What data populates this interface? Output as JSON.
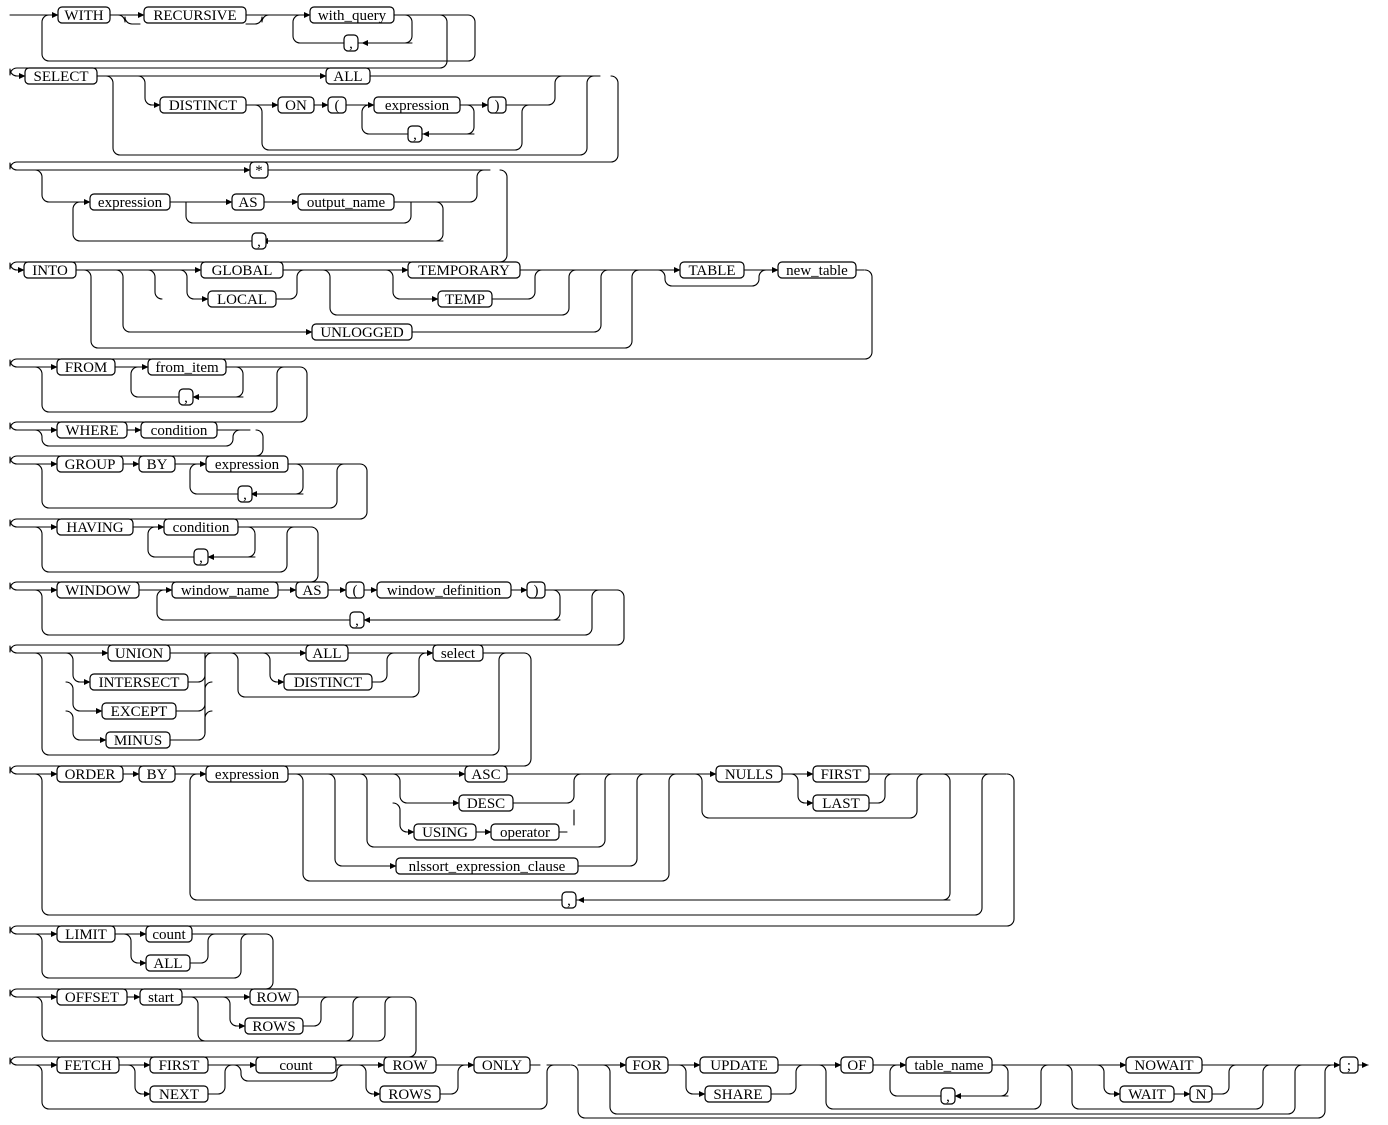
{
  "diagram": {
    "title": "SELECT statement syntax (railroad diagram)",
    "terminals": {
      "with": "WITH",
      "recursive": "RECURSIVE",
      "with_query": "with_query",
      "comma": ",",
      "select": "SELECT",
      "all": "ALL",
      "distinct": "DISTINCT",
      "on": "ON",
      "lparen": "(",
      "rparen": ")",
      "expression": "expression",
      "star": "*",
      "as": "AS",
      "output_name": "output_name",
      "into": "INTO",
      "global": "GLOBAL",
      "local": "LOCAL",
      "temporary": "TEMPORARY",
      "temp": "TEMP",
      "unlogged": "UNLOGGED",
      "table": "TABLE",
      "new_table": "new_table",
      "from": "FROM",
      "from_item": "from_item",
      "where": "WHERE",
      "condition": "condition",
      "group": "GROUP",
      "by": "BY",
      "having": "HAVING",
      "window": "WINDOW",
      "window_name": "window_name",
      "window_definition": "window_definition",
      "union": "UNION",
      "intersect": "INTERSECT",
      "except": "EXCEPT",
      "minus": "MINUS",
      "select_lc": "select",
      "order": "ORDER",
      "asc": "ASC",
      "desc": "DESC",
      "using": "USING",
      "operator": "operator",
      "nlssort": "nlssort_expression_clause",
      "nulls": "NULLS",
      "first": "FIRST",
      "last": "LAST",
      "limit": "LIMIT",
      "count": "count",
      "offset": "OFFSET",
      "start": "start",
      "row": "ROW",
      "rows": "ROWS",
      "fetch": "FETCH",
      "next": "NEXT",
      "only": "ONLY",
      "for": "FOR",
      "update": "UPDATE",
      "share": "SHARE",
      "of": "OF",
      "table_name": "table_name",
      "nowait": "NOWAIT",
      "wait": "WAIT",
      "n": "N",
      "semicolon": ";"
    }
  }
}
